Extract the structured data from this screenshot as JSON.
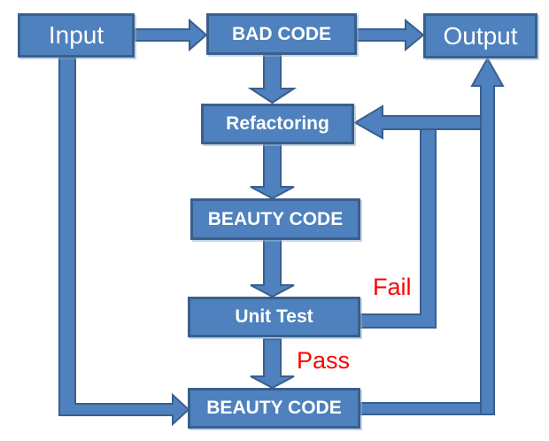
{
  "diagram": {
    "type": "flowchart",
    "nodes": {
      "input": {
        "label": "Input"
      },
      "bad_code": {
        "label": "BAD CODE"
      },
      "output": {
        "label": "Output"
      },
      "refactoring": {
        "label": "Refactoring"
      },
      "beauty_code_1": {
        "label": "BEAUTY CODE"
      },
      "unit_test": {
        "label": "Unit Test"
      },
      "beauty_code_2": {
        "label": "BEAUTY CODE"
      }
    },
    "edge_labels": {
      "fail": "Fail",
      "pass": "Pass"
    },
    "edges": [
      {
        "from": "Input",
        "to": "BAD CODE"
      },
      {
        "from": "BAD CODE",
        "to": "Output"
      },
      {
        "from": "BAD CODE",
        "to": "Refactoring"
      },
      {
        "from": "Refactoring",
        "to": "BEAUTY CODE"
      },
      {
        "from": "BEAUTY CODE",
        "to": "Unit Test"
      },
      {
        "from": "Unit Test",
        "to": "Refactoring",
        "label": "Fail"
      },
      {
        "from": "Unit Test",
        "to": "BEAUTY CODE",
        "label": "Pass"
      },
      {
        "from": "Input",
        "to": "BEAUTY CODE"
      },
      {
        "from": "BEAUTY CODE",
        "to": "Output"
      }
    ]
  },
  "colors": {
    "shape_fill": "#4E81BD",
    "shape_border": "#3A5F8D",
    "node_text": "#FFFFFF",
    "edge_label": "#FF0000",
    "background": "#FFFFFF"
  }
}
